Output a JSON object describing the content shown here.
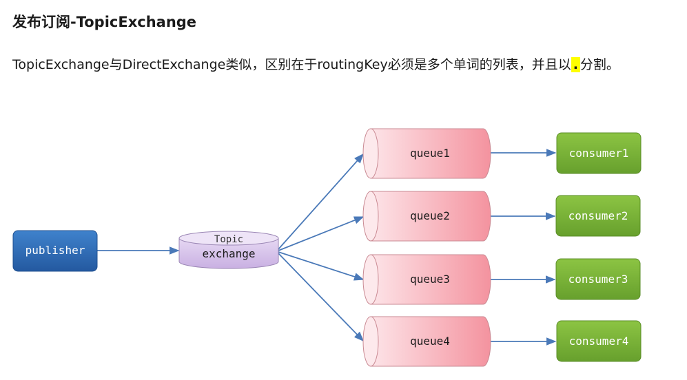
{
  "heading": "发布订阅-TopicExchange",
  "description": {
    "before": "TopicExchange与DirectExchange类似，区别在于routingKey必须是多个单词的列表，并且以",
    "highlight": ".",
    "after": "分割。"
  },
  "diagram": {
    "publisher": "publisher",
    "exchange_type": "Topic",
    "exchange": "exchange",
    "queues": [
      "queue1",
      "queue2",
      "queue3",
      "queue4"
    ],
    "consumers": [
      "consumer1",
      "consumer2",
      "consumer3",
      "consumer4"
    ],
    "colors": {
      "publisher": "#2f6fb7",
      "exchange": "#d9c6ec",
      "queue": "#f6a8b2",
      "consumer": "#7bb33a",
      "arrow": "#4a79b8"
    }
  }
}
